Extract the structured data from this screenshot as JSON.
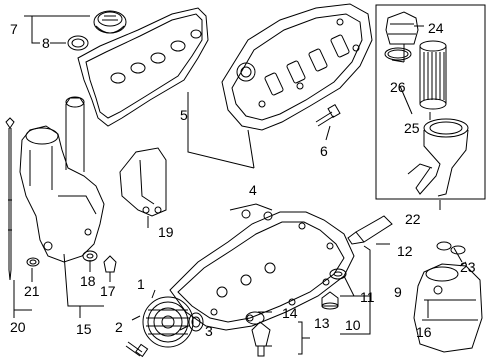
{
  "diagram": {
    "callouts": [
      {
        "id": "c1",
        "label": "1"
      },
      {
        "id": "c2",
        "label": "2"
      },
      {
        "id": "c3",
        "label": "3"
      },
      {
        "id": "c4",
        "label": "4"
      },
      {
        "id": "c5",
        "label": "5"
      },
      {
        "id": "c6",
        "label": "6"
      },
      {
        "id": "c7",
        "label": "7"
      },
      {
        "id": "c8",
        "label": "8"
      },
      {
        "id": "c9",
        "label": "9"
      },
      {
        "id": "c10",
        "label": "10"
      },
      {
        "id": "c11",
        "label": "11"
      },
      {
        "id": "c12",
        "label": "12"
      },
      {
        "id": "c13",
        "label": "13"
      },
      {
        "id": "c14",
        "label": "14"
      },
      {
        "id": "c15",
        "label": "15"
      },
      {
        "id": "c16",
        "label": "16"
      },
      {
        "id": "c17",
        "label": "17"
      },
      {
        "id": "c18",
        "label": "18"
      },
      {
        "id": "c19",
        "label": "19"
      },
      {
        "id": "c20",
        "label": "20"
      },
      {
        "id": "c21",
        "label": "21"
      },
      {
        "id": "c22",
        "label": "22"
      },
      {
        "id": "c23",
        "label": "23"
      },
      {
        "id": "c24",
        "label": "24"
      },
      {
        "id": "c25",
        "label": "25"
      },
      {
        "id": "c26",
        "label": "26"
      }
    ]
  }
}
